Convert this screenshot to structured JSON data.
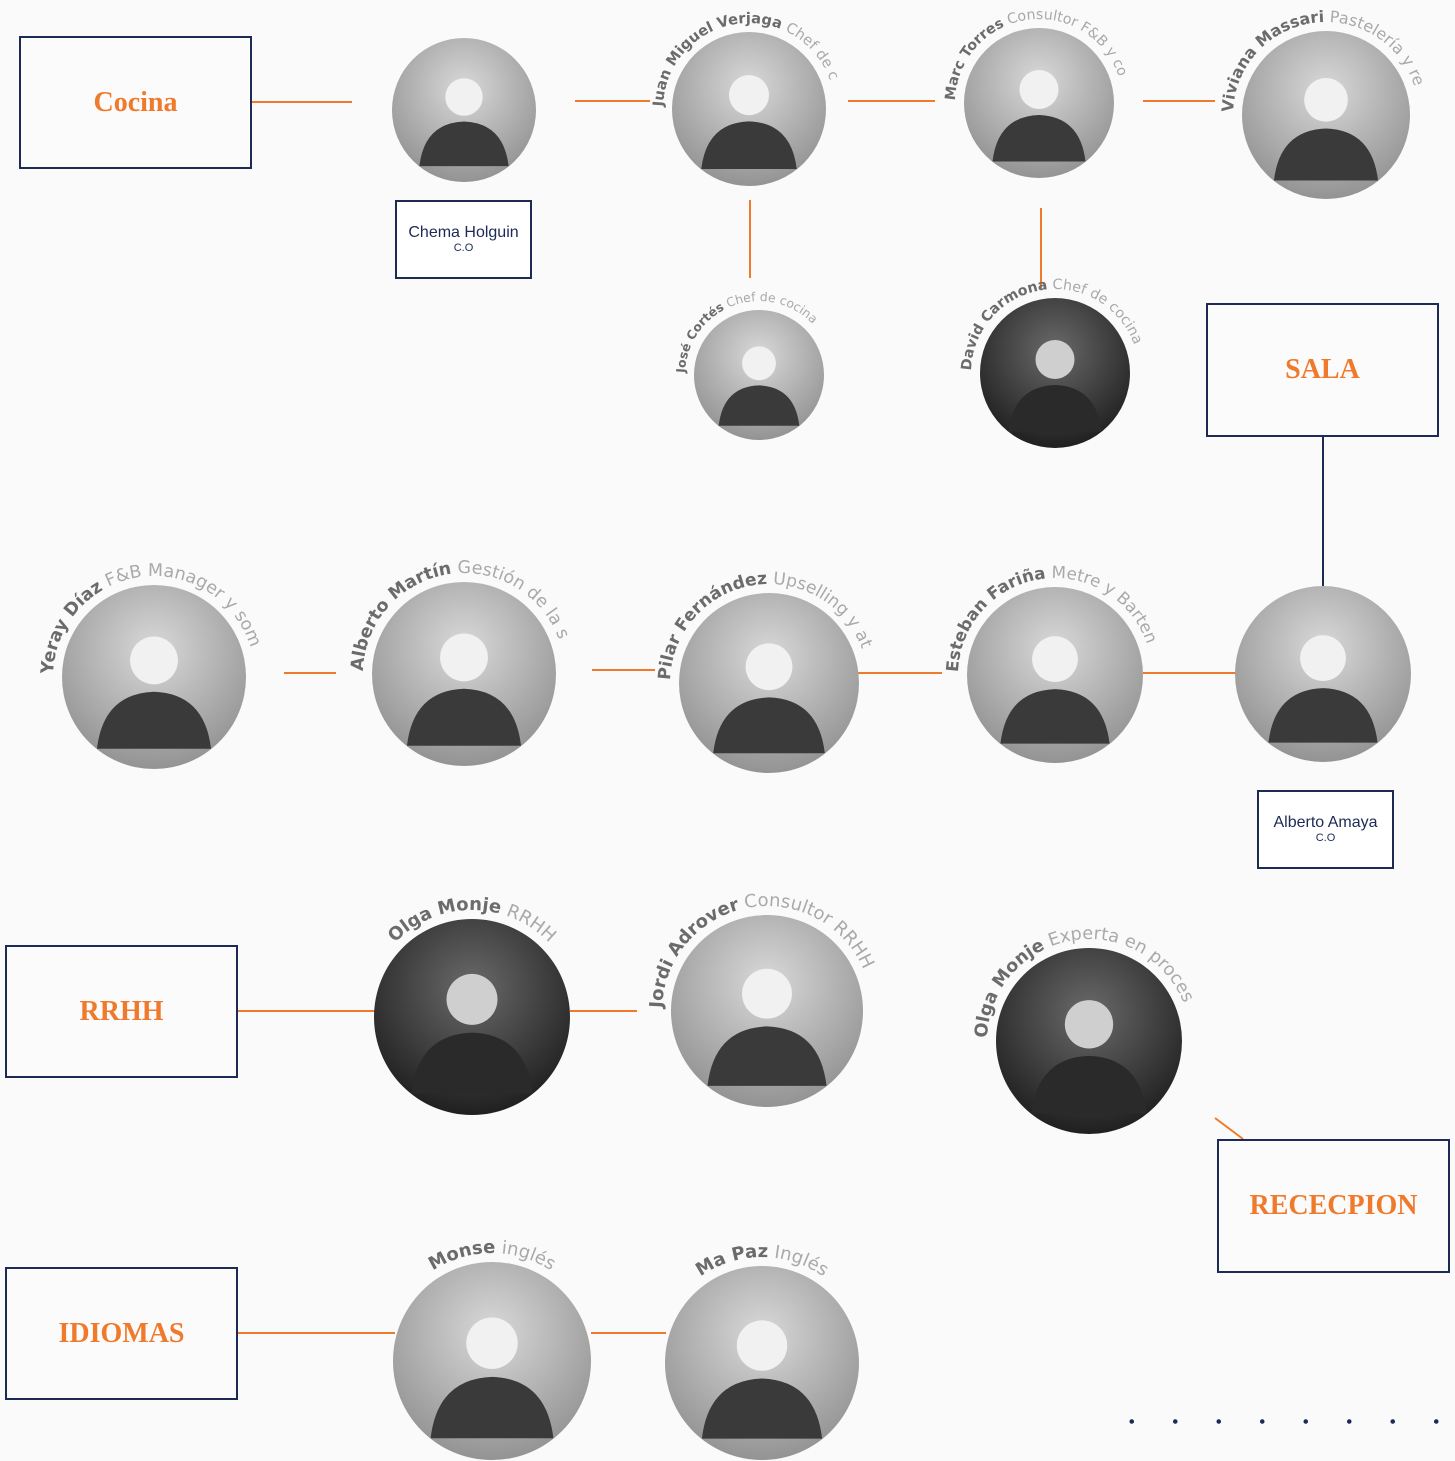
{
  "departments": {
    "cocina": "Cocina",
    "sala": "SALA",
    "rrhh": "RRHH",
    "recepcion": "RECECPION",
    "idiomas": "IDIOMAS"
  },
  "id_boxes": {
    "chema": {
      "name": "Chema Holguin",
      "role": "C.O"
    },
    "alberto_amaya": {
      "name": "Alberto Amaya",
      "role": "C.O"
    }
  },
  "people": {
    "chema_holguin": {
      "name": "",
      "role": ""
    },
    "juan_miguel": {
      "name": "Juan Miguel Verjaga",
      "role": "Chef de cocina"
    },
    "marc_torres": {
      "name": "Marc Torres",
      "role": "Consultor F&B y cocina"
    },
    "viviana": {
      "name": "Viviana Massari",
      "role": "Pastelería y repostería"
    },
    "jose_cortes": {
      "name": "José Cortés",
      "role": "Chef de cocina"
    },
    "david_carmona": {
      "name": "David Carmona",
      "role": "Chef de cocina"
    },
    "yeray": {
      "name": "Yeray Díaz",
      "role": "F&B Manager y sommelier"
    },
    "alberto_martin": {
      "name": "Alberto Martín",
      "role": "Gestión de la sala del restaurante"
    },
    "pilar": {
      "name": "Pilar Fernández",
      "role": "Upselling y atención al cliente"
    },
    "esteban": {
      "name": "Esteban Fariña",
      "role": "Metre y Bartender"
    },
    "alberto_amaya": {
      "name": "",
      "role": ""
    },
    "olga_rrhh": {
      "name": "Olga Monje",
      "role": "RRHH"
    },
    "jordi": {
      "name": "Jordi Adrover",
      "role": "Consultor RRHH"
    },
    "olga_recepcion": {
      "name": "Olga Monje",
      "role": "Experta en procesos de servicio"
    },
    "monse": {
      "name": "Monse",
      "role": "inglés"
    },
    "ma_paz": {
      "name": "Ma Paz",
      "role": "Inglés"
    }
  },
  "colors": {
    "accent": "#f07a2c",
    "navy": "#1c2a55",
    "name_text": "#6b6b6b",
    "role_text": "#a9a9a9"
  }
}
